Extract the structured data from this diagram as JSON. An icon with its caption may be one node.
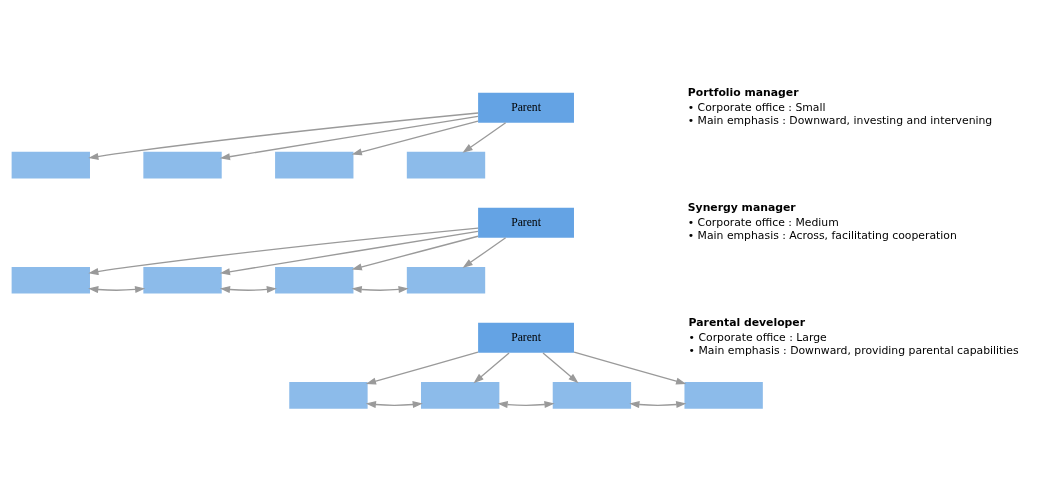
{
  "diagram": {
    "nodes": [
      {
        "text": [
          "Parent"
        ]
      },
      {
        "text": [],
        "shape": "box"
      },
      {
        "text": [],
        "shape": "box"
      },
      {
        "text": [],
        "shape": "box"
      },
      {
        "text": [],
        "shape": "box"
      },
      {
        "text": [
          "Parent"
        ]
      },
      {
        "text": [],
        "shape": "box"
      },
      {
        "text": [],
        "shape": "box"
      },
      {
        "text": [],
        "shape": "box"
      },
      {
        "text": [],
        "shape": "box"
      },
      {
        "text": [
          "Parent"
        ]
      },
      {
        "text": [],
        "shape": "box"
      },
      {
        "text": [],
        "shape": "box"
      },
      {
        "text": [],
        "shape": "box"
      },
      {
        "text": [],
        "shape": "box"
      }
    ],
    "edges": [
      {
        "from": 0,
        "to": 1,
        "arrow": "to"
      },
      {
        "from": 0,
        "to": 2,
        "arrow": "to"
      },
      {
        "from": 0,
        "to": 3,
        "arrow": "to"
      },
      {
        "from": 0,
        "to": 4,
        "arrow": "to"
      },
      {
        "from": 5,
        "to": 6,
        "arrow": "to"
      },
      {
        "from": 5,
        "to": 7,
        "arrow": "to"
      },
      {
        "from": 5,
        "to": 8,
        "arrow": "to"
      },
      {
        "from": 5,
        "to": 9,
        "arrow": "to"
      },
      {
        "from": 6,
        "to": 7,
        "arrow": "both"
      },
      {
        "from": 7,
        "to": 8,
        "arrow": "both"
      },
      {
        "from": 8,
        "to": 9,
        "arrow": "both"
      },
      {
        "from": 10,
        "to": 11,
        "arrow": "to"
      },
      {
        "from": 10,
        "to": 12,
        "arrow": "to"
      },
      {
        "from": 10,
        "to": 13,
        "arrow": "to"
      },
      {
        "from": 10,
        "to": 14,
        "arrow": "to"
      },
      {
        "from": 11,
        "to": 12,
        "arrow": "both"
      },
      {
        "from": 12,
        "to": 13,
        "arrow": "both"
      },
      {
        "from": 13,
        "to": 14,
        "arrow": "both"
      }
    ],
    "labels": [
      "Portfolio manager",
      "• Corporate office : Small",
      "• Main emphasis : Downward, investing and intervening",
      "Synergy manager",
      "• Corporate office : Medium",
      "• Main emphasis : Across, facilitating cooperation",
      "Parental developer",
      "• Corporate office : Large",
      "• Main emphasis : Downward, providing parental capabilities"
    ]
  }
}
